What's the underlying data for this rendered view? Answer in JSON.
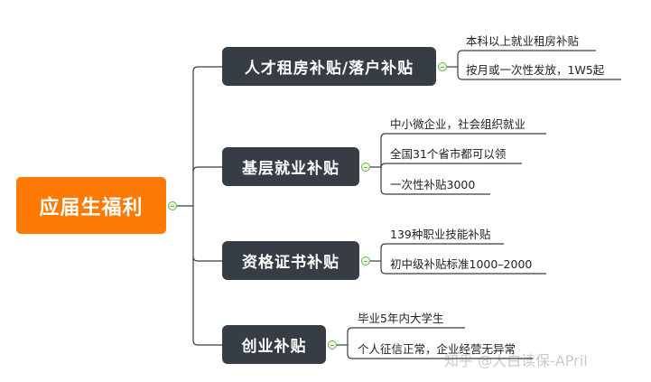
{
  "root": {
    "label": "应届生福利"
  },
  "branches": [
    {
      "label": "人才租房补贴/落户补贴",
      "leaves": [
        "本科以上就业租房补贴",
        "按月或一次性发放，1W5起"
      ]
    },
    {
      "label": "基层就业补贴",
      "leaves": [
        "中小微企业，社会组织就业",
        "全国31个省市都可以领",
        "一次性补贴3000"
      ]
    },
    {
      "label": "资格证书补贴",
      "leaves": [
        "139种职业技能补贴",
        "初中级补贴标准1000–2000"
      ]
    },
    {
      "label": "创业补贴",
      "leaves": [
        "毕业5年内大学生",
        "个人征信正常，企业经营无异常"
      ]
    }
  ],
  "watermark": "知乎 @大白读保-APril",
  "colors": {
    "root_fill": "#ff7a05",
    "node_fill": "#363d45",
    "line": "#363d45",
    "toggle": "#6ab04c"
  }
}
